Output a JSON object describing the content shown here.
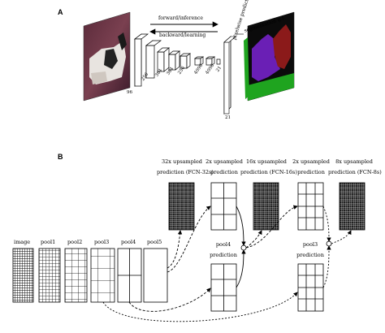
{
  "panel_a": {
    "label": "A",
    "arrow_forward": "forward/inference",
    "arrow_backward": "backward/learning",
    "layer_sizes": [
      "96",
      "256",
      "384",
      "384",
      "256",
      "4096",
      "4096",
      "21"
    ],
    "output_depth": "21",
    "pixelwise_prediction": "pixelwise prediction",
    "segmentation_gt": "segmentation g.t."
  },
  "panel_b": {
    "label": "B",
    "pool_labels": [
      "image",
      "pool1",
      "pool2",
      "pool3",
      "pool4",
      "pool5"
    ],
    "top_captions": [
      {
        "line1": "32x upsampled",
        "line2": "prediction (FCN-32s)"
      },
      {
        "line1": "2x upsampled",
        "line2": "prediction"
      },
      {
        "line1": "16x upsampled",
        "line2": "prediction (FCN-16s)"
      },
      {
        "line1": "2x upsampled",
        "line2": "prediction"
      },
      {
        "line1": "8x upsampled",
        "line2": "prediction (FCN-8s)"
      }
    ],
    "pool4_prediction": {
      "line1": "pool4",
      "line2": "prediction"
    },
    "pool3_prediction": {
      "line1": "pool3",
      "line2": "prediction"
    }
  }
}
